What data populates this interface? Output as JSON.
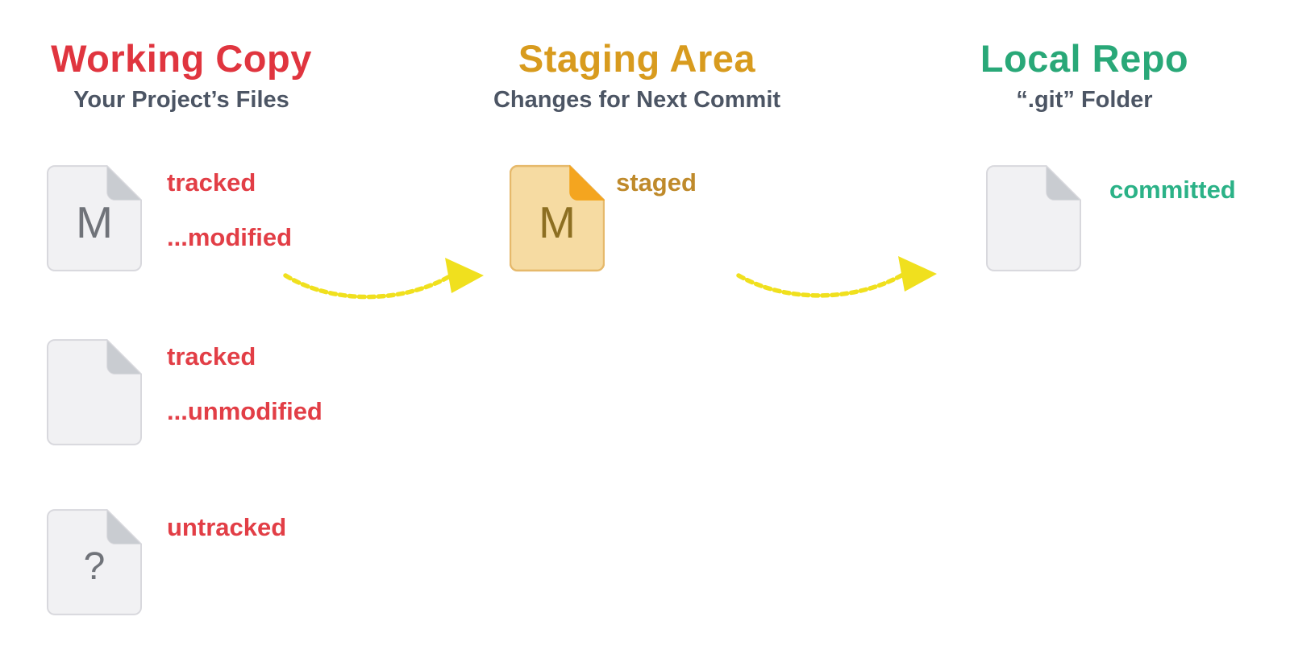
{
  "diagram": {
    "columns": [
      {
        "title": "Working Copy",
        "subtitle": "Your Project’s Files"
      },
      {
        "title": "Staging Area",
        "subtitle": "Changes for Next Commit"
      },
      {
        "title": "Local Repo",
        "subtitle": "“.git” Folder"
      }
    ],
    "working_copy_files": [
      {
        "glyph": "M",
        "status_lines": [
          "tracked",
          "...modified"
        ]
      },
      {
        "glyph": "",
        "status_lines": [
          "tracked",
          "...unmodified"
        ]
      },
      {
        "glyph": "?",
        "status_lines": [
          "untracked"
        ]
      }
    ],
    "staging_file": {
      "glyph": "M",
      "status_lines": [
        "staged"
      ]
    },
    "local_repo_file": {
      "glyph": "",
      "status_lines": [
        "committed"
      ]
    },
    "colors": {
      "working_copy_red": "#E0353F",
      "label_red": "#E23E46",
      "staging_gold": "#D89B1E",
      "staged_label_gold": "#BF8A2B",
      "local_repo_green": "#29A878",
      "committed_green": "#2BB287",
      "subtitle_slate": "#4C5564",
      "arrow_yellow": "#F0E01E",
      "file_gray_body": "#F1F1F3",
      "file_gray_border": "#D8D8DD",
      "file_gray_fold": "#C9CCD1",
      "file_glyph_gray": "#707379",
      "staged_body": "#F6DBA2",
      "staged_border": "#E6B96B",
      "staged_fold": "#F4A51F",
      "staged_glyph": "#8D6F22"
    }
  }
}
